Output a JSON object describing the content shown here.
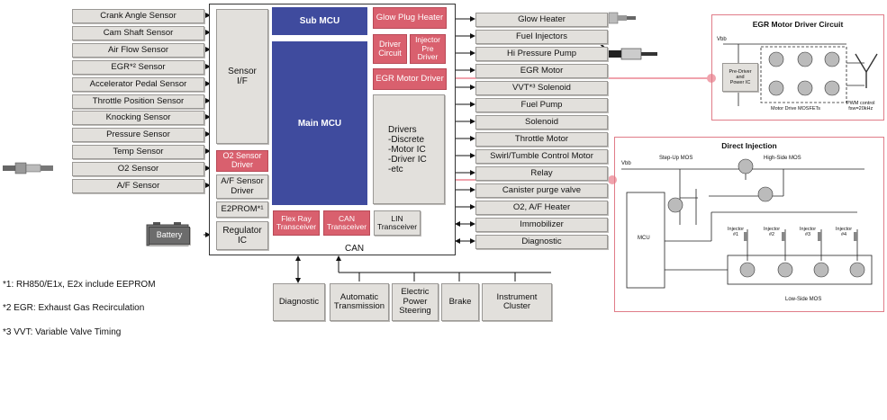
{
  "sensors": [
    "Crank Angle Sensor",
    "Cam Shaft Sensor",
    "Air Flow Sensor",
    "EGR*² Sensor",
    "Accelerator Pedal Sensor",
    "Throttle Position Sensor",
    "Knocking Sensor",
    "Pressure Sensor",
    "Temp Sensor",
    "O2 Sensor",
    "A/F Sensor"
  ],
  "actuators": [
    "Glow Heater",
    "Fuel Injectors",
    "Hi Pressure Pump",
    "EGR Motor",
    "VVT*³ Solenoid",
    "Fuel Pump",
    "Solenoid",
    "Throttle Motor",
    "Swirl/Tumble Control Motor",
    "Relay",
    "Canister purge valve",
    "O2, A/F Heater",
    "Immobilizer",
    "Diagnostic"
  ],
  "ecu": {
    "sensor_if": "Sensor\nI/F",
    "sub_mcu": "Sub MCU",
    "main_mcu": "Main MCU",
    "glow_plug_heater": "Glow Plug Heater",
    "driver_circuit": "Driver\nCircuit",
    "injector_pre_driver": "Injector\nPre\nDriver",
    "egr_motor_driver": "EGR Motor Driver",
    "drivers": "Drivers\n-Discrete\n-Motor IC\n-Driver IC\n-etc",
    "o2_sensor_driver": "O2 Sensor\nDriver",
    "af_sensor_driver": "A/F Sensor\nDriver",
    "e2prom": "E2PROM*¹",
    "regulator_ic": "Regulator\nIC",
    "flexray": "Flex Ray\nTransceiver",
    "can": "CAN\nTransceiver",
    "lin": "LIN\nTransceiver"
  },
  "battery": "Battery",
  "can_label": "CAN",
  "bus_nodes": [
    "Diagnostic",
    "Automatic\nTransmission",
    "Electric\nPower\nSteering",
    "Brake",
    "Instrument\nCluster"
  ],
  "notes": [
    "*1: RH850/E1x, E2x include EEPROM",
    "*2 EGR: Exhaust Gas Recirculation",
    "*3 VVT: Variable Valve Timing"
  ],
  "egr_panel": {
    "title": "EGR Motor Driver Circuit",
    "vbb": "Vbb",
    "pre_driver": "Pre-Driver\nand\nPower IC",
    "mosfets": "Motor Drive MOSFETs",
    "pwm": "PWM control\nfsw=20kHz"
  },
  "di_panel": {
    "title": "Direct Injection",
    "vbb": "Vbb",
    "step_up": "Step-Up MOS",
    "high_side": "High-Side MOS",
    "mcu": "MCU",
    "injectors": [
      "Injector\n#1",
      "Injector\n#2",
      "Injector\n#3",
      "Injector\n#4"
    ],
    "low_side": "Low-Side MOS"
  },
  "colors": {
    "accent_pink": "#d9606e",
    "mcu_blue": "#3f4b9e",
    "box_grey": "#e2e0dc",
    "connector_pink": "#f0a3ad",
    "panel_border": "#e07c88"
  }
}
